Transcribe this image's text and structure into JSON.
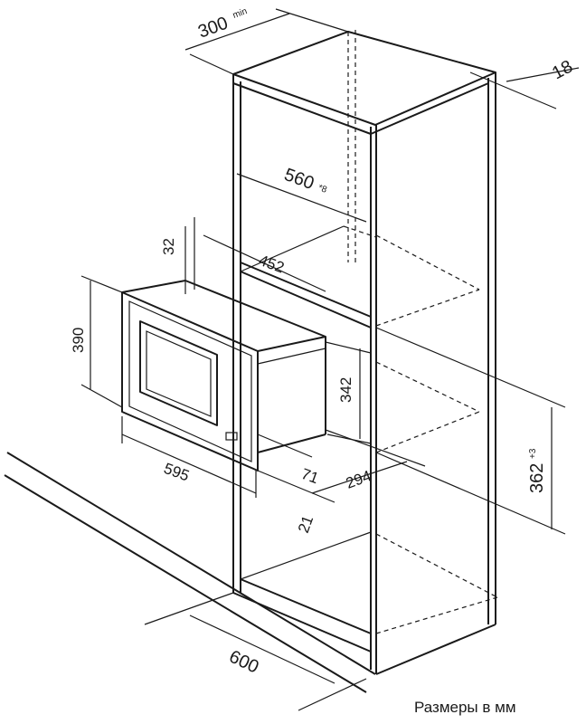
{
  "diagram": {
    "dimensions": {
      "depth_min": {
        "value": "300",
        "suffix": "min"
      },
      "panel_thickness": {
        "value": "18"
      },
      "niche_width": {
        "value": "560",
        "suffix": "*8"
      },
      "body_depth": {
        "value": "452"
      },
      "frame_top": {
        "value": "32"
      },
      "frame_height": {
        "value": "390"
      },
      "body_height": {
        "value": "342"
      },
      "niche_height": {
        "value": "362",
        "suffix": "+3"
      },
      "frame_width": {
        "value": "595"
      },
      "offset_71": {
        "value": "71"
      },
      "body_width": {
        "value": "294"
      },
      "offset_21": {
        "value": "21"
      },
      "cabinet_width": {
        "value": "600"
      }
    },
    "caption": "Размеры в мм"
  }
}
